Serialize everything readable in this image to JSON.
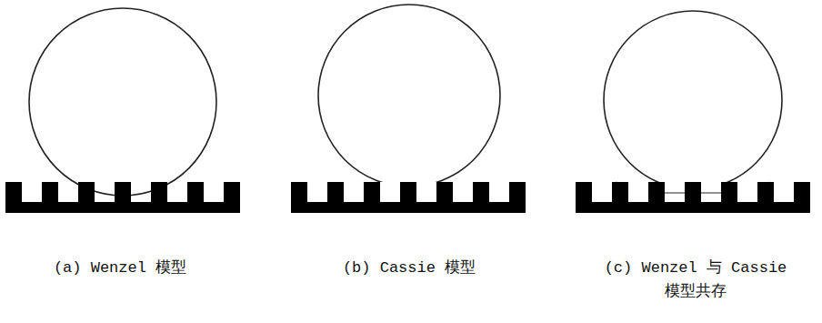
{
  "diagram": {
    "labels": [
      "(a) Wenzel 模型",
      "(b) Cassie 模型",
      "(c) Wenzel 与 Cassie 模型共存"
    ]
  }
}
